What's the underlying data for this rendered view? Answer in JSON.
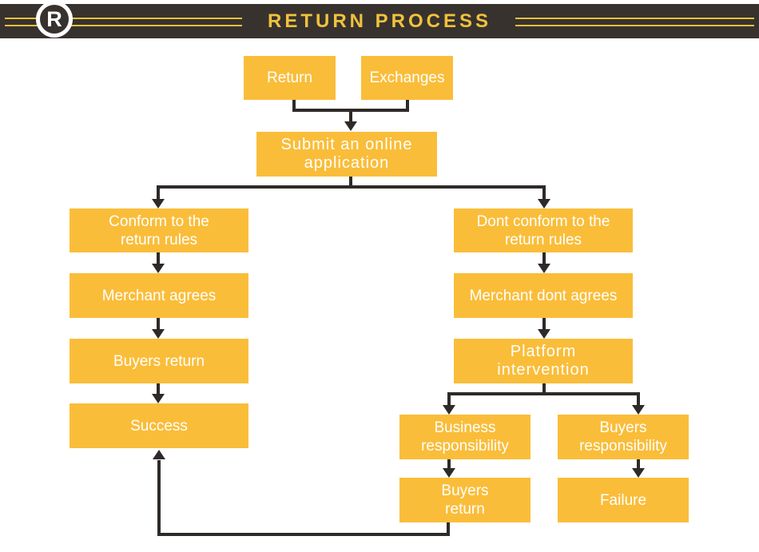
{
  "header": {
    "logo_letter": "R",
    "title": "RETURN PROCESS",
    "bar_color": "#38322F",
    "accent_color": "#F0C23C",
    "line_color": "#E9C238"
  },
  "flowchart": {
    "box_color": "#FABD39",
    "box_text_color": "#FFFFFF",
    "connector_color": "#2E2A28",
    "nodes": {
      "return": "Return",
      "exchanges": "Exchanges",
      "submit": "Submit an online\napplication",
      "conform": "Conform to the\nreturn rules",
      "merchant_agrees": "Merchant agrees",
      "buyers_return_left": "Buyers return",
      "success": "Success",
      "dont_conform": "Dont conform to the\nreturn rules",
      "merchant_dont_agrees": "Merchant dont agrees",
      "platform": "Platform\nintervention",
      "business_resp": "Business\nresponsibility",
      "buyers_resp": "Buyers\nresponsibility",
      "buyers_return_right": "Buyers\nreturn",
      "failure": "Failure"
    }
  }
}
